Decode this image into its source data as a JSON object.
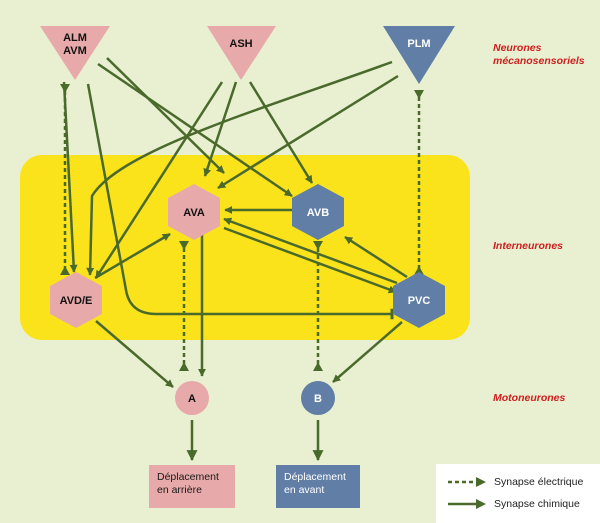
{
  "categories": {
    "sensory": [
      "Neurones",
      "mécanosensoriels"
    ],
    "inter": "Interneurones",
    "motor": "Motoneurones"
  },
  "neurons": {
    "alm_avm": [
      "ALM",
      "AVM"
    ],
    "ash": "ASH",
    "plm": "PLM",
    "ava": "AVA",
    "avb": "AVB",
    "avde": "AVD/E",
    "pvc": "PVC",
    "a": "A",
    "b": "B"
  },
  "outputs": {
    "backward": [
      "Déplacement",
      "en arrière"
    ],
    "forward": [
      "Déplacement",
      "en avant"
    ]
  },
  "legend": {
    "electrical": "Synapse électrique",
    "chemical": "Synapse chimique"
  },
  "colors": {
    "background": "#e9f0d2",
    "interneuron_zone": "#fbe31c",
    "pink_neuron": "#e7a9a9",
    "blue_neuron": "#607ea6",
    "arrow": "#4a6a2c",
    "category_text": "#cc1f1f"
  }
}
